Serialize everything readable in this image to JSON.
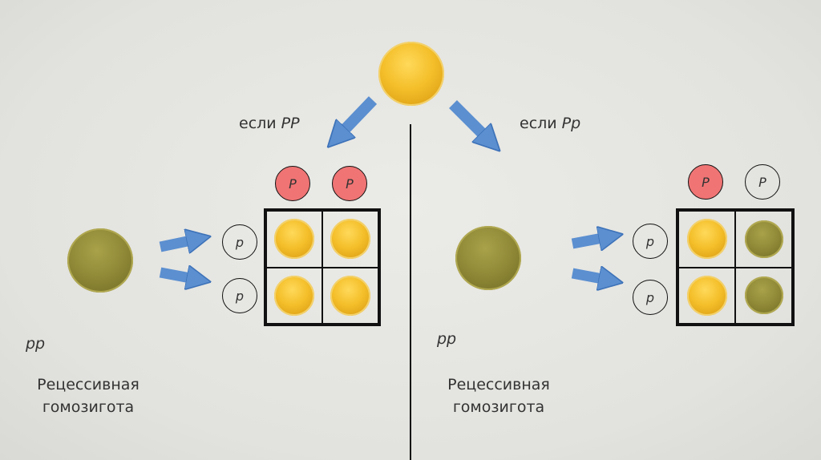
{
  "parent_top": {
    "color": "yellow"
  },
  "left": {
    "condition_label": "если ",
    "condition_genotype": "PP",
    "top_gametes": [
      "P",
      "P"
    ],
    "side_gametes": [
      "p",
      "p"
    ],
    "offspring": [
      "yellow",
      "yellow",
      "yellow",
      "yellow"
    ],
    "parent_genotype": "pp",
    "parent_title_line1": "Рецессивная",
    "parent_title_line2": "гомозигота"
  },
  "right": {
    "condition_label": "если ",
    "condition_genotype": "Pp",
    "top_gametes": [
      "P",
      "P"
    ],
    "side_gametes": [
      "p",
      "p"
    ],
    "offspring": [
      "yellow",
      "green",
      "yellow",
      "green"
    ],
    "parent_genotype": "pp",
    "parent_title_line1": "Рецессивная",
    "parent_title_line2": "гомозигота"
  },
  "colors": {
    "yellow": "#f4bf2a",
    "green": "#8f8836",
    "arrow": "#5b8fd0",
    "dominant_gamete": "#f07474"
  }
}
